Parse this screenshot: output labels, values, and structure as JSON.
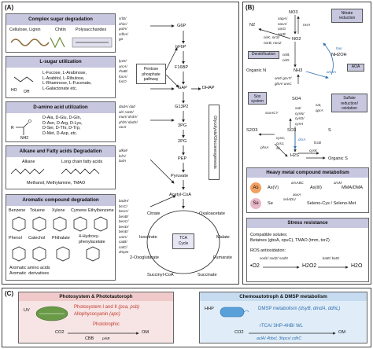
{
  "panelA": {
    "label": "(A)",
    "sugar": {
      "title": "Complex sugar degradation",
      "items": [
        "Cellulose, Lignin",
        "Chitin",
        "Polysaccharides"
      ],
      "genes": "srlD/\nchiC/\npulA/\ncdhA/\nga"
    },
    "lsugar": {
      "title": "L-sugar utilization",
      "list": "L-Fucose, L-Arabinose,\nL-Arabitol, L-Ribulose,\nL-Rhamnose, L-Fuconate,\nL-Galactonate etc.",
      "genes": "lyxK/\narcA/\nrhaB/\nfucA/\nfucO"
    },
    "amino": {
      "title": "D-amino acid utilization",
      "list": "D-Ala, D-Glu, D-Gln,\nD-Asn, D-Arg, D-Lys,\nD-Ser, D-Thr, D-Trp,\nD-Met, D-Asp, etc.",
      "genes": "dadA/ dat/\nalr/ racD/\nmurI/ dsdA/\nyhfX/ dadX/\nracX"
    },
    "alkane": {
      "title": "Alkane and Fatty acids Degradation",
      "alkane": "Alkane",
      "lcfa": "Long chain fatty acids",
      "methanol": "Methanol, Methylamine, TMAO",
      "genes": "alkM/\nlcfA/\nladA"
    },
    "aromatic": {
      "title": "Aromatic compound degradation",
      "row1": [
        "Benzene",
        "Toluene",
        "Xylene",
        "Cymene",
        "Ethylbenzene"
      ],
      "row2": [
        "Phenol",
        "Catechol",
        "Phthalate",
        "4-Hydroxy-\nphenylacetate"
      ],
      "foot": "Aromatic amino acids\nAromatic  derivatives",
      "genes": "badH/\nbcrC/\nbenA/\nbenB/\nbenC/\nbenD/\nbenE/\ncatA/\ncatB/\ncatC/\ndmpN"
    },
    "glyc": [
      "G6P",
      "bF6P",
      "F16BP",
      "GAP",
      "G13P2",
      "3PG",
      "2PG",
      "PEP",
      "Pyruvate",
      "Acetyl-CoA"
    ],
    "pentose": "Pentose\nphosphate\npathway",
    "dhap": "DHAP",
    "glycoLabel": "Glycolysis/Gluconeogenesis",
    "tca": {
      "center": "TCA\nCycle",
      "nodes": [
        "Citrate",
        "Oxaloacetate",
        "Isocitrate",
        "Malate",
        "2-Oxoglutarate",
        "Fumarate",
        "Succinyl-CoA",
        "Succinate"
      ]
    }
  },
  "panelB": {
    "label": "(B)",
    "nitrogen": {
      "title": "Nitrate\nreduction",
      "denit": "Denitrification",
      "aoa": "AOA",
      "no3": "NO3",
      "no2": "NO2",
      "n2": "N2",
      "nh3": "NH3",
      "nh2oh": "NH2OH",
      "orgN": "Organic N",
      "g_nap": "napA/\nnasA/\nnarG\nnarB",
      "g_nxr": "nxrA",
      "g_nir": "nirK, nirS/\nnorB, nosZ",
      "g_hao": "hao",
      "g_amo": "amoA",
      "g_amt": "amt/ gcvT/\nglnA/ ureC",
      "g_nirBD": "nirB,\nnirD"
    },
    "sulfur": {
      "title": "Sulfate\nreduction/\noxidation",
      "sox": "Sox\nsystem",
      "so4": "SO4",
      "so3": "SO3",
      "s2o3": "S2O3",
      "h2s": "H2S",
      "s": "S",
      "orgS": "Organic S",
      "g_sat": "sat,\naprA",
      "g_soxACY": "soxACY",
      "g_cys": "sat/\ncysN/\ncysD/\ncysH",
      "g_cysC": "cysC,\ncysJ,\nsir",
      "g_dsrA": "dsrA",
      "g_phsA": "phsA",
      "g_fccb": "fccB",
      "g_cysK": "cysK"
    },
    "heavy": {
      "title": "Heavy metal compound metabolism",
      "as": "As",
      "se": "Se",
      "asv": "As(V)",
      "asiii": "As(III)",
      "mma": "MMA/DMA",
      "g_arsABC": "arsABC",
      "g_aoxA": "aoxA",
      "g_arsM": "arsM",
      "seo": "Se",
      "selADU": "selADU",
      "seleno": "Seleno-Cys / Seleno-Met"
    },
    "stress": {
      "title": "Stress resistance",
      "solutes": "Compatible solutes:\nBetaines (gbsA, opuC), TMAO (tmm, torZ)",
      "ros": "ROS antioxidation:",
      "o2": "•O2",
      "h2o2": "H2O2",
      "h2o": "H2O",
      "g_sod": "sod1/ sod2/ sodN",
      "g_kat": "katE/ katG"
    }
  },
  "panelC": {
    "label": "(C)",
    "photo": {
      "title": "Photosystem & Phototautoroph",
      "uv": "UV",
      "ps": "Photosystem I and II",
      "psGenes": "(psa, psb)",
      "allo": "Allophycocyanin",
      "alloGene": "(apc)",
      "co2": "CO2",
      "om": "OM",
      "photo": "Phototrophic",
      "cbb": "CBB",
      "prkB": "prkB"
    },
    "chemo": {
      "title": "Chemoautotroph & DMSP metabolism",
      "hhp": "HHP",
      "dmsp": "DMSP metabolism",
      "dmspGenes": "(dsyB, dmdA, ddhL)",
      "rtca": "rTCA/ 3HP-4HB/ WL",
      "acl": "aclA/ 4hbcl, 3hpcs/ cdhC",
      "co2": "CO2",
      "om": "OM"
    }
  },
  "colors": {
    "header": "#c7c7e0",
    "photoBg": "#f7e4e4",
    "chemoBg": "#e0ecf7",
    "blue": "#2c6fb1",
    "red": "#c0392b",
    "asOrange": "#f0a060",
    "sePink": "#e8b8c8"
  }
}
